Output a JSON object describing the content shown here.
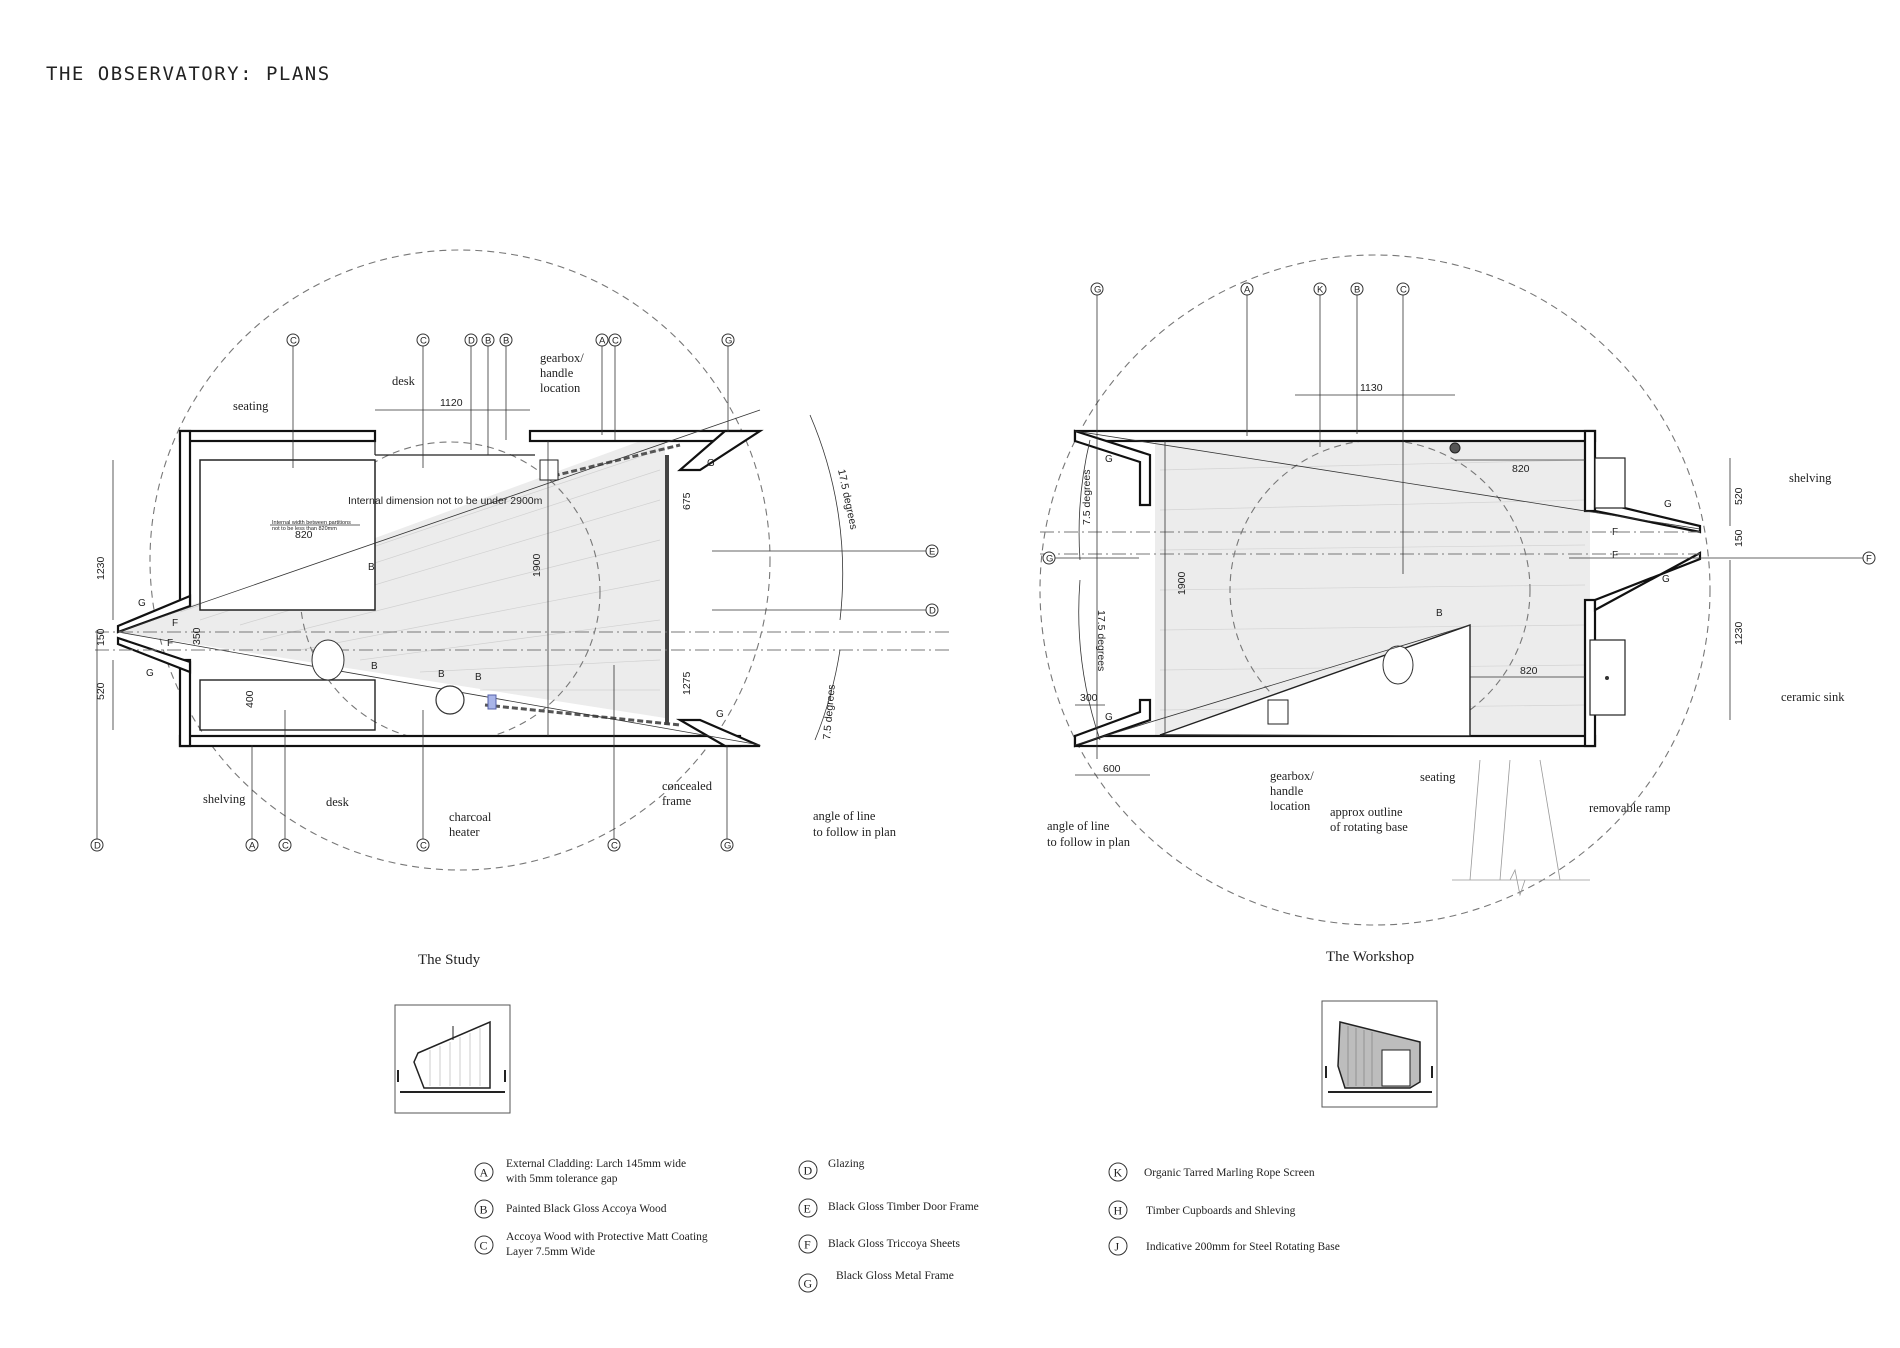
{
  "sheet": {
    "title": "THE OBSERVATORY: PLANS"
  },
  "study": {
    "caption": "The Study",
    "labels": {
      "seating": "seating",
      "desk_top": "desk",
      "gearbox": [
        "gearbox/",
        "handle",
        "location"
      ],
      "shelving": "shelving",
      "desk_bottom": "desk",
      "heater": [
        "charcoal",
        "heater"
      ],
      "frame": [
        "concealed",
        "frame"
      ],
      "angle": [
        "angle of  line",
        "to follow in plan"
      ],
      "note_internal": "Internal dimension not to be under 2900m",
      "note_partition": [
        "Internal width between partitions",
        "not to be less than 820mm"
      ]
    },
    "dimensions": {
      "d1120": "1120",
      "d820": "820",
      "d1230": "1230",
      "d150": "150",
      "d520": "520",
      "d350": "350",
      "d400": "400",
      "d1900": "1900",
      "d675": "675",
      "d1275": "1275",
      "angle_a": "17.5 degrees",
      "angle_b": "7.5 degrees"
    },
    "bubbles_top": [
      "C",
      "C",
      "D",
      "B",
      "B",
      "A",
      "C",
      "G"
    ],
    "bubbles_bottom": [
      "D",
      "A",
      "C",
      "C",
      "C",
      "G"
    ],
    "bubbles_right": [
      "E",
      "D"
    ],
    "inner_tags": [
      "G",
      "F",
      "F",
      "G",
      "B",
      "B",
      "B",
      "B",
      "G",
      "G"
    ]
  },
  "workshop": {
    "caption": "The Workshop",
    "labels": {
      "shelving": "shelving",
      "sink": "ceramic sink",
      "ramp": "removable ramp",
      "seating": "seating",
      "gearbox": [
        "gearbox/",
        "handle",
        "location"
      ],
      "base": [
        "approx outline",
        "of  rotating base"
      ],
      "angle": [
        "angle of  line",
        "to follow in plan"
      ]
    },
    "dimensions": {
      "d1130": "1130",
      "d820a": "820",
      "d820b": "820",
      "d520": "520",
      "d150": "150",
      "d1230": "1230",
      "d1900": "1900",
      "d300": "300",
      "d600": "600",
      "angle_a": "7.5 degrees",
      "angle_b": "17.5 degrees"
    },
    "bubbles_top": [
      "G",
      "A",
      "K",
      "B",
      "C"
    ],
    "bubbles_side": [
      "G",
      "F"
    ],
    "inner_tags": [
      "G",
      "G",
      "F",
      "F",
      "G",
      "G",
      "B"
    ]
  },
  "legend": [
    {
      "key": "A",
      "lines": [
        "External Cladding: Larch 145mm wide",
        "with 5mm tolerance gap"
      ]
    },
    {
      "key": "B",
      "lines": [
        "Painted Black Gloss Accoya Wood"
      ]
    },
    {
      "key": "C",
      "lines": [
        "Accoya Wood with Protective Matt Coating",
        "Layer 7.5mm Wide"
      ]
    },
    {
      "key": "D",
      "lines": [
        "Glazing"
      ]
    },
    {
      "key": "E",
      "lines": [
        "Black Gloss Timber Door Frame"
      ]
    },
    {
      "key": "F",
      "lines": [
        "Black Gloss Triccoya Sheets"
      ]
    },
    {
      "key": "G",
      "lines": [
        "Black Gloss Metal Frame"
      ]
    },
    {
      "key": "K",
      "lines": [
        "Organic Tarred Marling Rope Screen"
      ]
    },
    {
      "key": "H",
      "lines": [
        "Timber Cupboards and Shleving"
      ]
    },
    {
      "key": "J",
      "lines": [
        "Indicative 200mm for Steel Rotating Base"
      ]
    }
  ]
}
